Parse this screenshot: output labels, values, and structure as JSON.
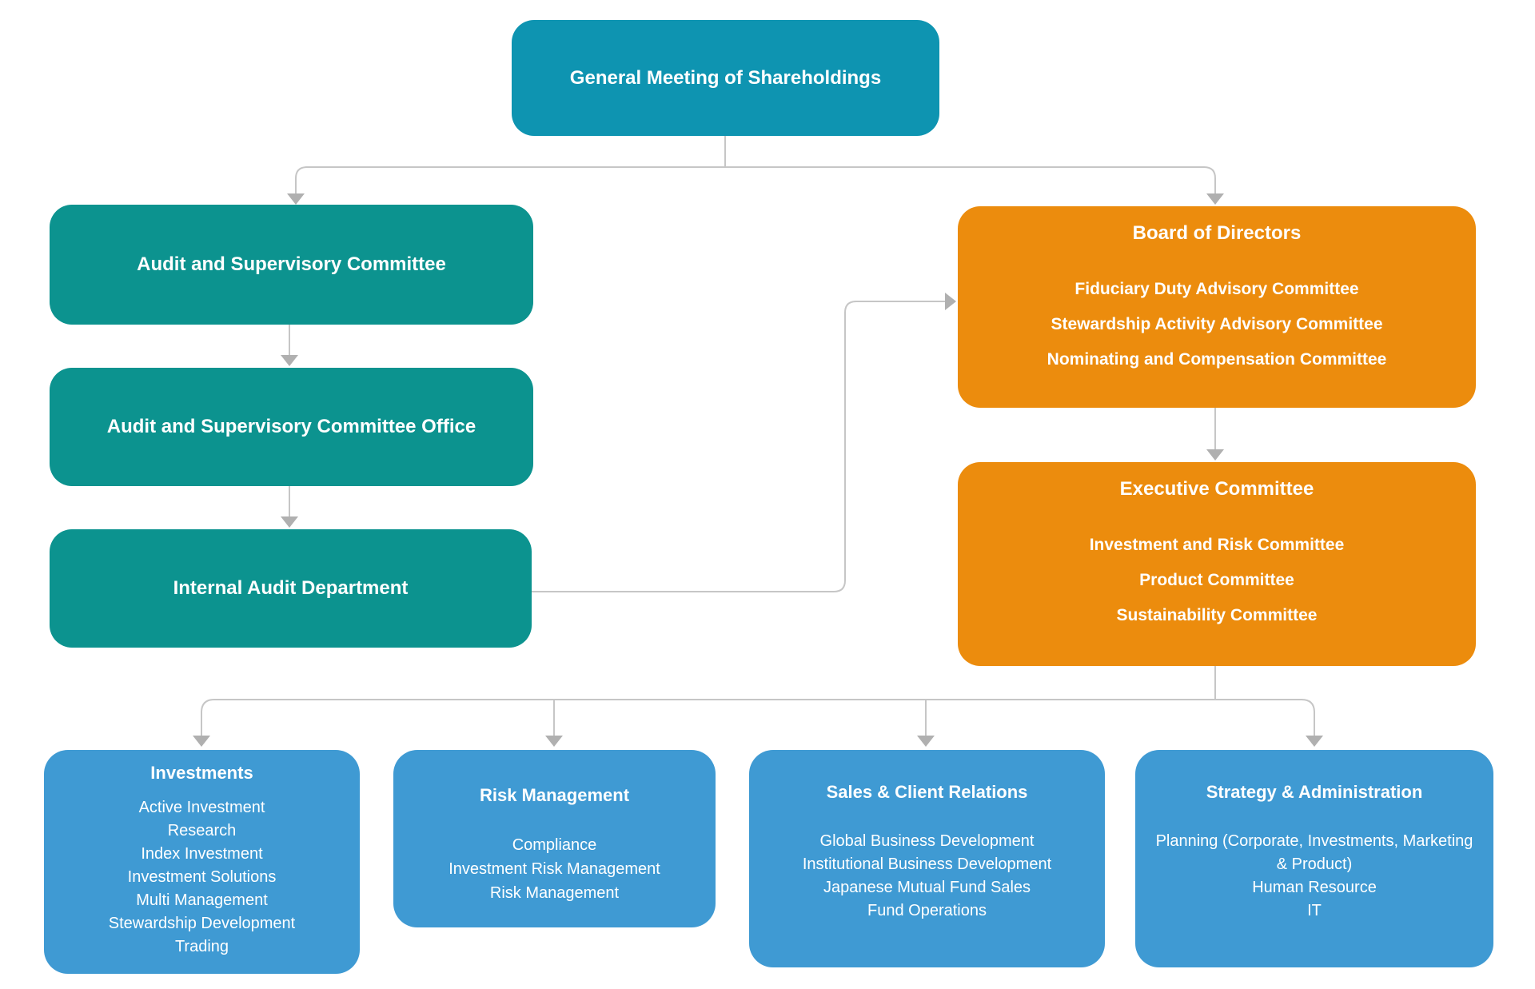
{
  "colors": {
    "top_box": "#0E94B1",
    "teal": "#0C938F",
    "orange": "#EC8C0D",
    "blue": "#3F9AD3",
    "connector": "#C6C6C6",
    "arrowhead": "#B0B0B0",
    "text": "#FFFFFF",
    "background": "#FFFFFF"
  },
  "nodes": {
    "general_meeting": {
      "title": "General Meeting of Shareholdings"
    },
    "audit_committee": {
      "title": "Audit and Supervisory Committee"
    },
    "audit_office": {
      "title": "Audit and Supervisory Committee Office"
    },
    "internal_audit": {
      "title": "Internal Audit Department"
    },
    "board": {
      "title": "Board of Directors",
      "items": [
        "Fiduciary Duty Advisory Committee",
        "Stewardship Activity Advisory Committee",
        "Nominating and Compensation Committee"
      ]
    },
    "executive": {
      "title": "Executive Committee",
      "items": [
        "Investment and Risk Committee",
        "Product Committee",
        "Sustainability Committee"
      ]
    },
    "investments": {
      "title": "Investments",
      "items": [
        "Active Investment",
        "Research",
        "Index Investment",
        "Investment Solutions",
        "Multi Management",
        "Stewardship Development",
        "Trading"
      ]
    },
    "risk": {
      "title": "Risk Management",
      "items": [
        "Compliance",
        "Investment Risk Management",
        "Risk Management"
      ]
    },
    "sales": {
      "title": "Sales & Client Relations",
      "items": [
        "Global Business Development",
        "Institutional Business Development",
        "Japanese Mutual Fund Sales",
        "Fund Operations"
      ]
    },
    "strategy": {
      "title": "Strategy & Administration",
      "items": [
        "Planning (Corporate, Investments, Marketing  & Product)",
        "Human Resource",
        "IT"
      ]
    }
  }
}
